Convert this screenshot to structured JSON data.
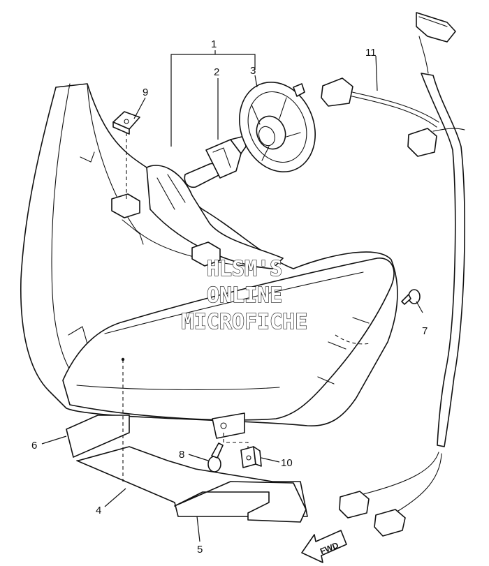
{
  "diagram": {
    "watermark": {
      "line1": "HLSM'S",
      "line2": "ONLINE",
      "line3": "MICROFICHE"
    },
    "direction_label": "FWD",
    "callouts": [
      {
        "id": "1",
        "label": "1"
      },
      {
        "id": "2",
        "label": "2"
      },
      {
        "id": "3",
        "label": "3"
      },
      {
        "id": "4",
        "label": "4"
      },
      {
        "id": "5",
        "label": "5"
      },
      {
        "id": "6",
        "label": "6"
      },
      {
        "id": "7",
        "label": "7"
      },
      {
        "id": "8",
        "label": "8"
      },
      {
        "id": "9",
        "label": "9"
      },
      {
        "id": "10",
        "label": "10"
      },
      {
        "id": "11",
        "label": "11"
      }
    ]
  }
}
